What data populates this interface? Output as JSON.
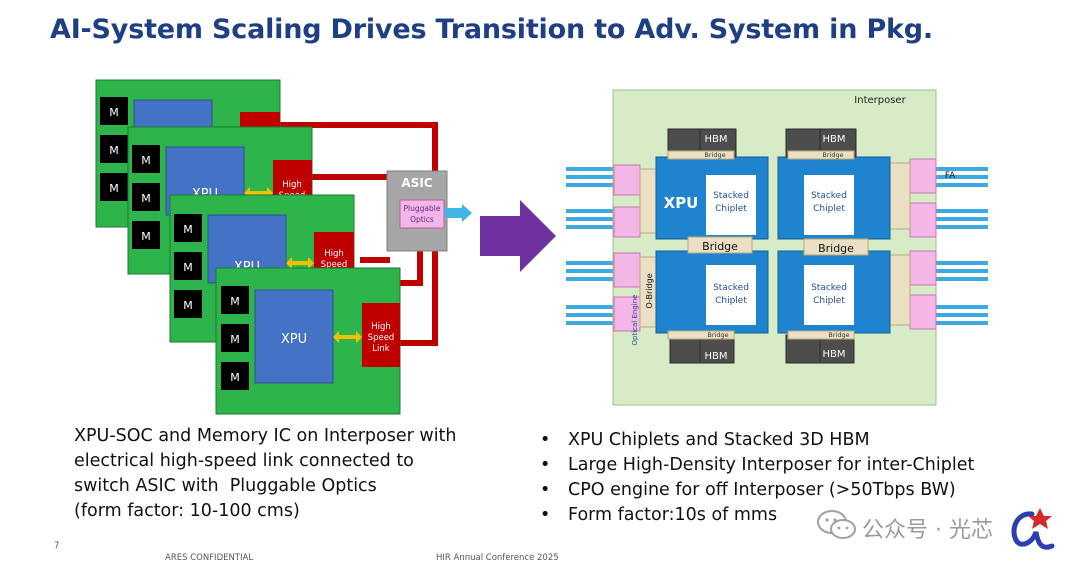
{
  "title": "AI-System Scaling Drives Transition to Adv. System in Pkg.",
  "left_diagram": {
    "memory_label": "M",
    "xpu_label": "XPU",
    "link_label_lines": [
      "High",
      "Speed",
      "Link"
    ],
    "asic_label": "ASIC",
    "optics_label_lines": [
      "Pluggable",
      "Optics"
    ]
  },
  "right_diagram": {
    "interposer_label": "Interposer",
    "hbm_label": "HBM",
    "bridge_small_label": "Bridge",
    "bridge_label": "Bridge",
    "xpu_label": "XPU",
    "stacked_chiplet_lines": [
      "Stacked",
      "Chiplet"
    ],
    "fa_label": "FA",
    "o_bridge_label": "O-Bridge",
    "optical_engine_label": "Optical Engine"
  },
  "left_caption_lines": [
    "XPU-SOC and Memory IC on Interposer with",
    "electrical high-speed link connected to",
    "switch ASIC with  Pluggable Optics",
    "(form factor: 10-100 cms)"
  ],
  "bullets": [
    "XPU Chiplets and Stacked 3D HBM",
    "Large High-Density Interposer for inter-Chiplet",
    "CPO engine for off Interposer (>50Tbps BW)",
    "Form factor:10s of mms"
  ],
  "footer": {
    "page_number": "7",
    "confidential": "ARES CONFIDENTIAL",
    "conference": "HIR Annual Conference 2025"
  },
  "watermark": "公众号 · 光芯",
  "colors": {
    "title": "#1f3f84",
    "board_green": "#2db44a",
    "xpu_blue": "#4472c4",
    "link_red": "#c00000",
    "asic_gray": "#a6a6a6",
    "optics_pink": "#f4b6e6",
    "arrow_purple": "#7030a0",
    "interposer_green": "#d6ebc6",
    "chiplet_blue": "#1f84cf"
  }
}
